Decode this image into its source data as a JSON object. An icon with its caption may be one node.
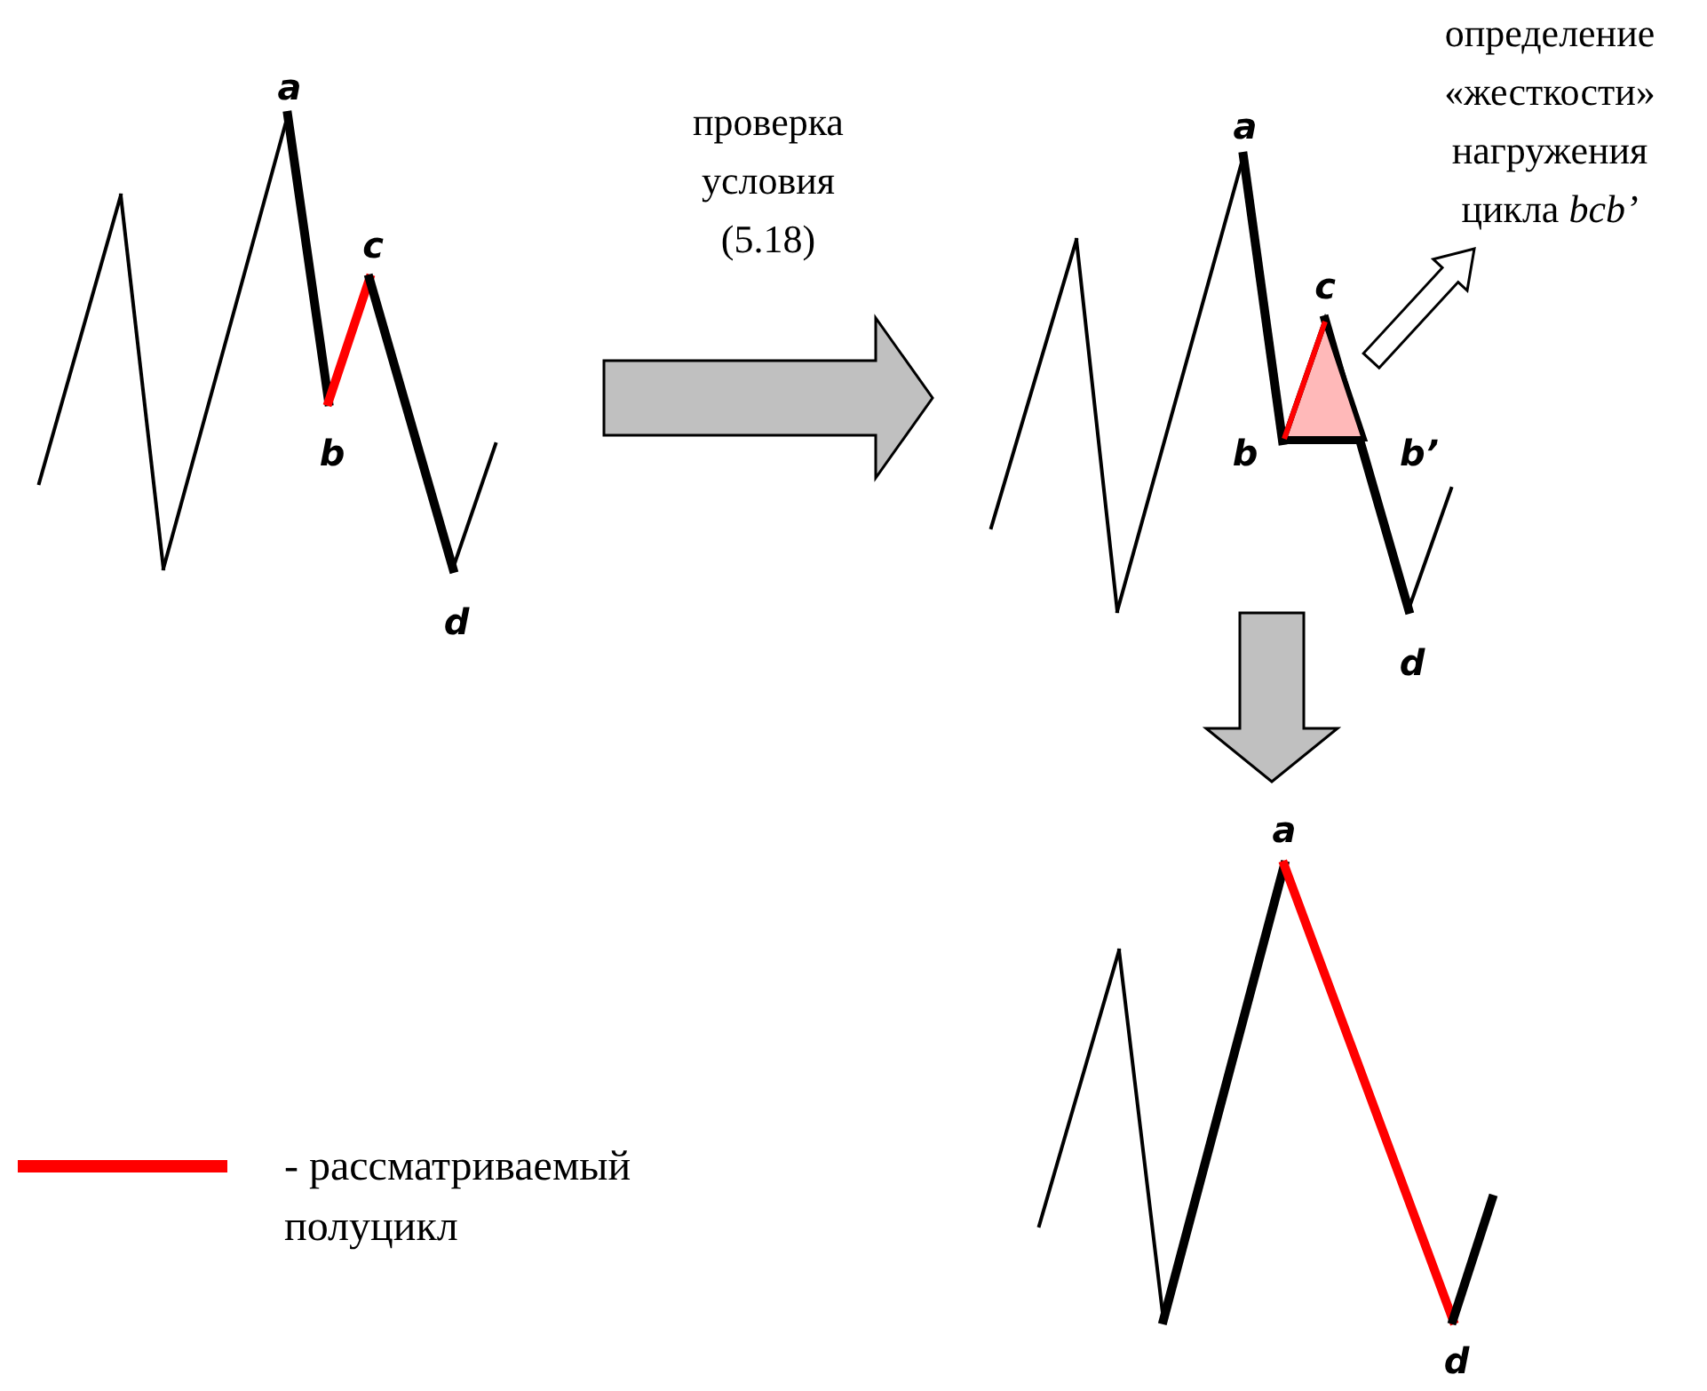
{
  "diagram": {
    "nodes": [
      {
        "text": [],
        "shape": "picture"
      },
      {
        "text": [],
        "shape": "picture"
      },
      {
        "text": [],
        "shape": "triangle",
        "in": 1
      },
      {
        "text": [
          "определение «жесткости» нагружения цикла *bcb’*"
        ]
      },
      {
        "text": [],
        "shape": "picture"
      }
    ],
    "edges": [
      {
        "from": 0,
        "to": 1,
        "arrow": "to",
        "label": "проверка условия (5.18)"
      },
      {
        "from": 2,
        "to": 3,
        "arrow": "to",
        "color": "#ffffff"
      },
      {
        "from": 1,
        "to": 4,
        "arrow": "to"
      }
    ],
    "labels": [
      "a",
      "c",
      "b",
      "d",
      "a",
      "c",
      "b",
      "b’",
      "d",
      "a",
      "d"
    ],
    "legend": [
      {
        "text": "- рассматриваемый полуцикл",
        "color": "#ff0000"
      }
    ]
  }
}
